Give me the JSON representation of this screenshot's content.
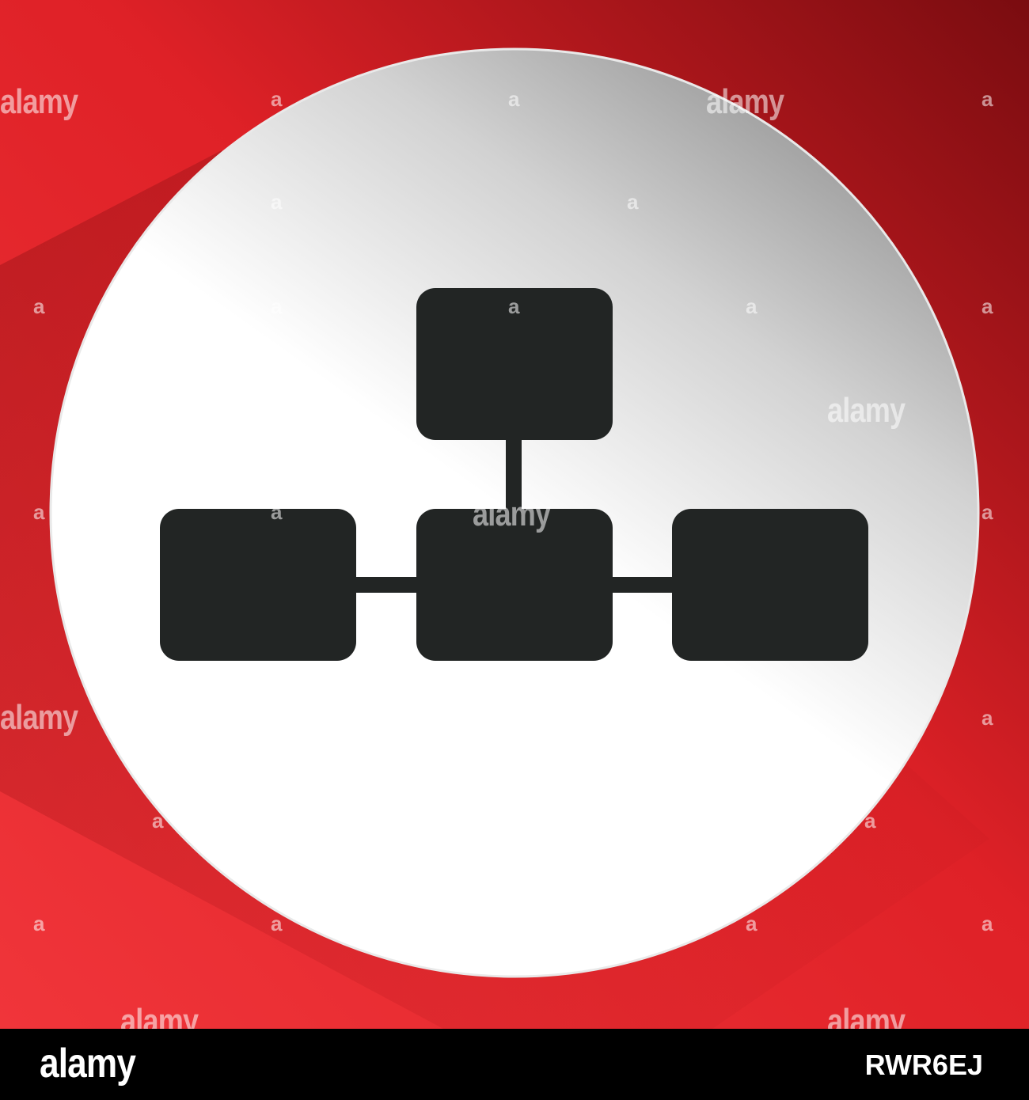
{
  "colors": {
    "background_red": "#e8242a",
    "background_dark_red": "#8a1014",
    "disc_white": "#ffffff",
    "disc_gray": "#9c9c9c",
    "icon_fill": "#222524",
    "footer_bg": "#000000"
  },
  "icon": {
    "name": "hierarchy-flowchart-icon"
  },
  "watermark": {
    "text": "alamy",
    "mark": "a"
  },
  "footer": {
    "logo": "alamy",
    "image_id": "RWR6EJ"
  }
}
